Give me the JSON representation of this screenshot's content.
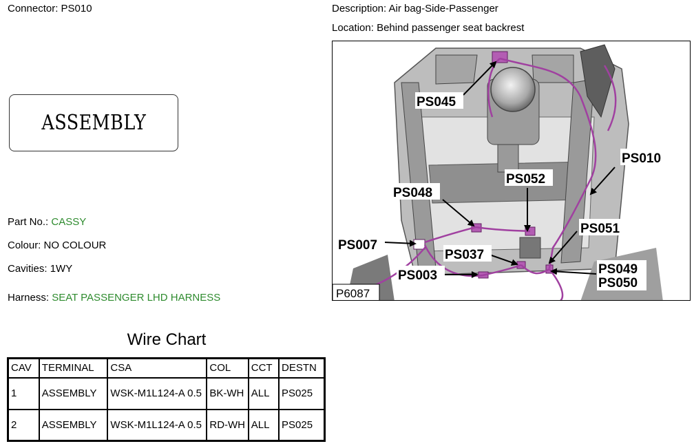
{
  "connector": {
    "label": "Connector:",
    "value": "PS010"
  },
  "description": {
    "label": "Description:",
    "value": "Air bag-Side-Passenger"
  },
  "location": {
    "label": "Location:",
    "value": "Behind passenger seat backrest"
  },
  "assembly_box": {
    "text": "ASSEMBLY"
  },
  "part_no": {
    "label": "Part No.:",
    "value": "CASSY"
  },
  "colour": {
    "label": "Colour:",
    "value": "NO COLOUR"
  },
  "cavities": {
    "label": "Cavities:",
    "value": "1WY"
  },
  "harness": {
    "label": "Harness:",
    "value": "SEAT PASSENGER LHD HARNESS"
  },
  "colors": {
    "green_value": "#2e8b2e",
    "wire_purple": "#a040a0",
    "frame_grey": "#8c8c8c"
  },
  "wire_chart": {
    "title": "Wire Chart",
    "headers": [
      "CAV",
      "TERMINAL",
      "CSA",
      "COL",
      "CCT",
      "DESTN"
    ],
    "rows": [
      {
        "cav": "1",
        "terminal": "ASSEMBLY",
        "csa": "WSK-M1L124-A 0.5",
        "col": "BK-WH",
        "cct": "ALL",
        "destn": "PS025"
      },
      {
        "cav": "2",
        "terminal": "ASSEMBLY",
        "csa": "WSK-M1L124-A 0.5",
        "col": "RD-WH",
        "cct": "ALL",
        "destn": "PS025"
      }
    ]
  },
  "diagram": {
    "id_label": "P6087",
    "labels": {
      "ps045": "PS045",
      "ps010": "PS010",
      "ps052": "PS052",
      "ps048": "PS048",
      "ps051": "PS051",
      "ps007": "PS007",
      "ps037": "PS037",
      "ps049": "PS049",
      "ps050": "PS050",
      "ps003": "PS003"
    }
  }
}
